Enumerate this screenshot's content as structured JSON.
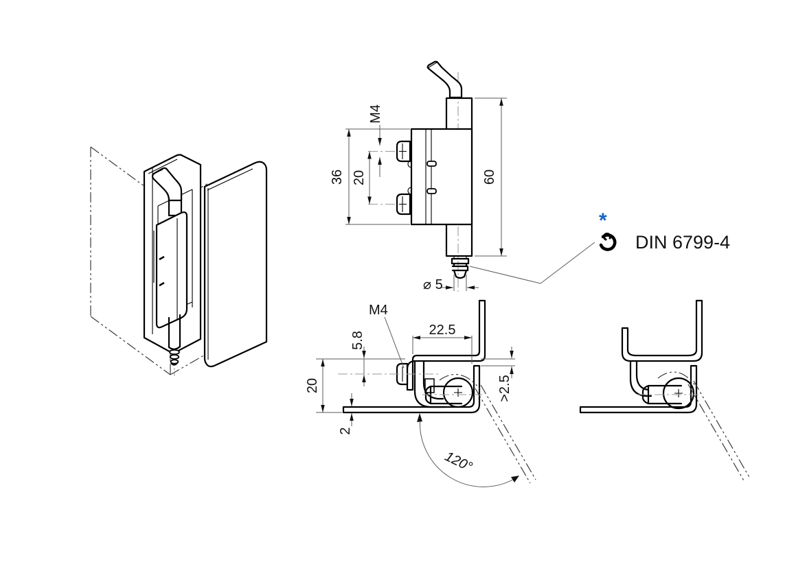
{
  "note": {
    "marker": "*",
    "label": "DIN 6799-4"
  },
  "front_view": {
    "thread": "M4",
    "mount_height": "36",
    "screw_spacing": "20",
    "total_height": "60",
    "pin_diameter": "⌀ 5"
  },
  "section_view": {
    "thread": "M4",
    "head_offset": "5.8",
    "flange_width": "22.5",
    "frame_depth": "20",
    "sheet_thickness": "2",
    "min_clearance": ">2.5",
    "opening_angle": "120°"
  },
  "colors": {
    "outline": "#000000",
    "dimension_line": "#5a5a5a",
    "centerline": "#9a9a9a",
    "phantom_line": "#3a3a3a",
    "note_marker_blue": "#1565c0",
    "background": "#ffffff"
  }
}
